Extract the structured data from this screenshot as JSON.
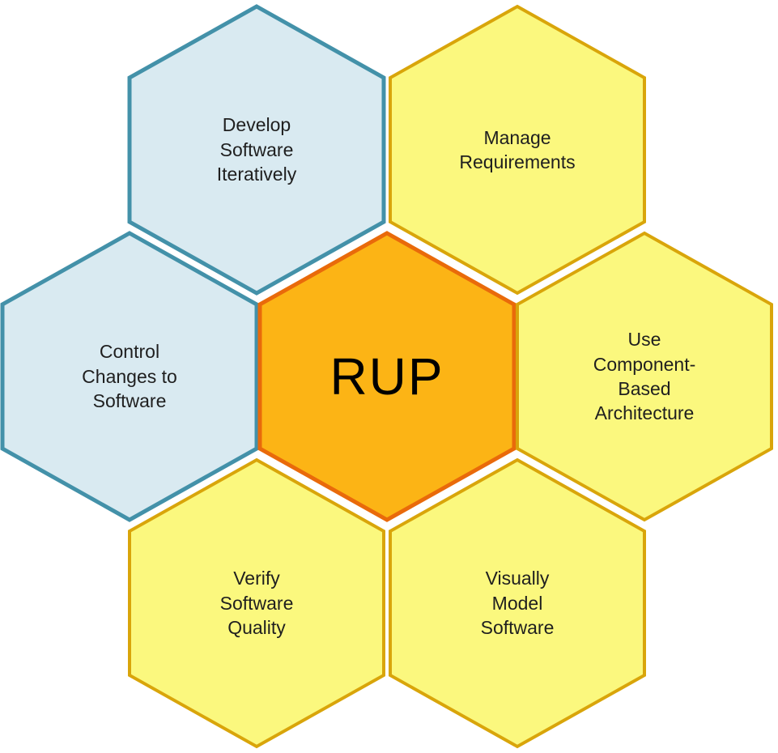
{
  "center": {
    "label": "RUP"
  },
  "hexes": [
    {
      "label": "Develop\nSoftware\nIteratively",
      "theme": "blue"
    },
    {
      "label": "Manage\nRequirements",
      "theme": "yellow"
    },
    {
      "label": "Control\nChanges to\nSoftware",
      "theme": "blue"
    },
    {
      "label": "Use\nComponent-\nBased\nArchitecture",
      "theme": "yellow"
    },
    {
      "label": "Verify\nSoftware\nQuality",
      "theme": "yellow"
    },
    {
      "label": "Visually\nModel\nSoftware",
      "theme": "yellow"
    }
  ],
  "colors": {
    "blue_fill": "#d9eaf1",
    "blue_border": "#4391a9",
    "yellow_fill": "#fbf87e",
    "yellow_border": "#d9a50a",
    "center_fill": "#fcb415",
    "center_border": "#e96a0a",
    "text": "#1f1f1f"
  }
}
